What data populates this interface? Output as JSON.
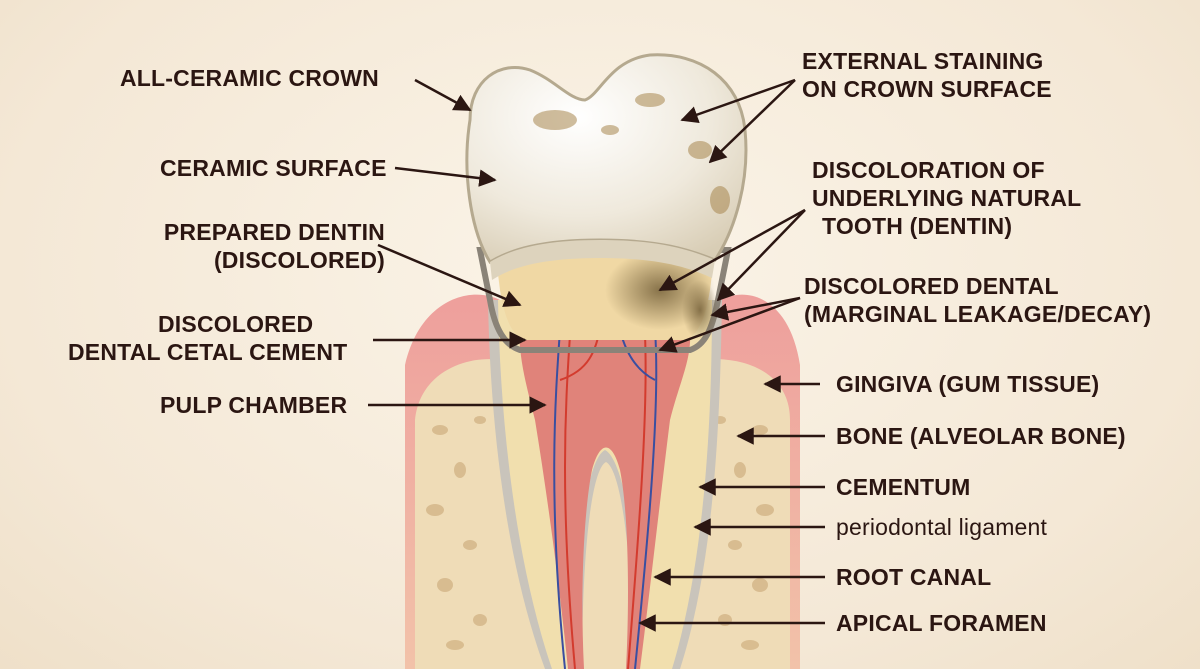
{
  "labels_left": {
    "all_ceramic_crown": "ALL-CERAMIC CROWN",
    "ceramic_surface": "CERAMIC SURFACE",
    "prepared_dentin_line1": "PREPARED DENTIN",
    "prepared_dentin_line2": "(DISCOLORED)",
    "discolored_cement_line1": "DISCOLORED",
    "discolored_cement_line2": "DENTAL CETAL CEMENT",
    "pulp_chamber": "PULP CHAMBER"
  },
  "labels_right": {
    "external_staining_line1": "EXTERNAL STAINING",
    "external_staining_line2": "ON CROWN SURFACE",
    "discoloration_line1": "DISCOLORATION OF",
    "discoloration_line2": "UNDERLYING NATURAL",
    "discoloration_line3": "TOOTH (DENTIN)",
    "discolored_dental_line1": "DISCOLORED DENTAL",
    "discolored_dental_line2": "(MARGINAL LEAKAGE/DECAY)",
    "gingiva": "GINGIVA (GUM TISSUE)",
    "bone": "BONE (ALVEOLAR BONE)",
    "cementum": "CEMENTUM",
    "periodontal_ligament": "periodontal ligament",
    "root_canal": "ROOT CANAL",
    "apical_foramen": "APICAL FORAMEN"
  },
  "colors": {
    "background": "#f6ecdc",
    "label_text": "#2b1612",
    "gingiva": "#e9999a",
    "bone": "#eed9b4",
    "dentin": "#f1e0ae",
    "pulp": "#d9786a",
    "crown": "#f3efe6",
    "stain": "#a8874f"
  }
}
